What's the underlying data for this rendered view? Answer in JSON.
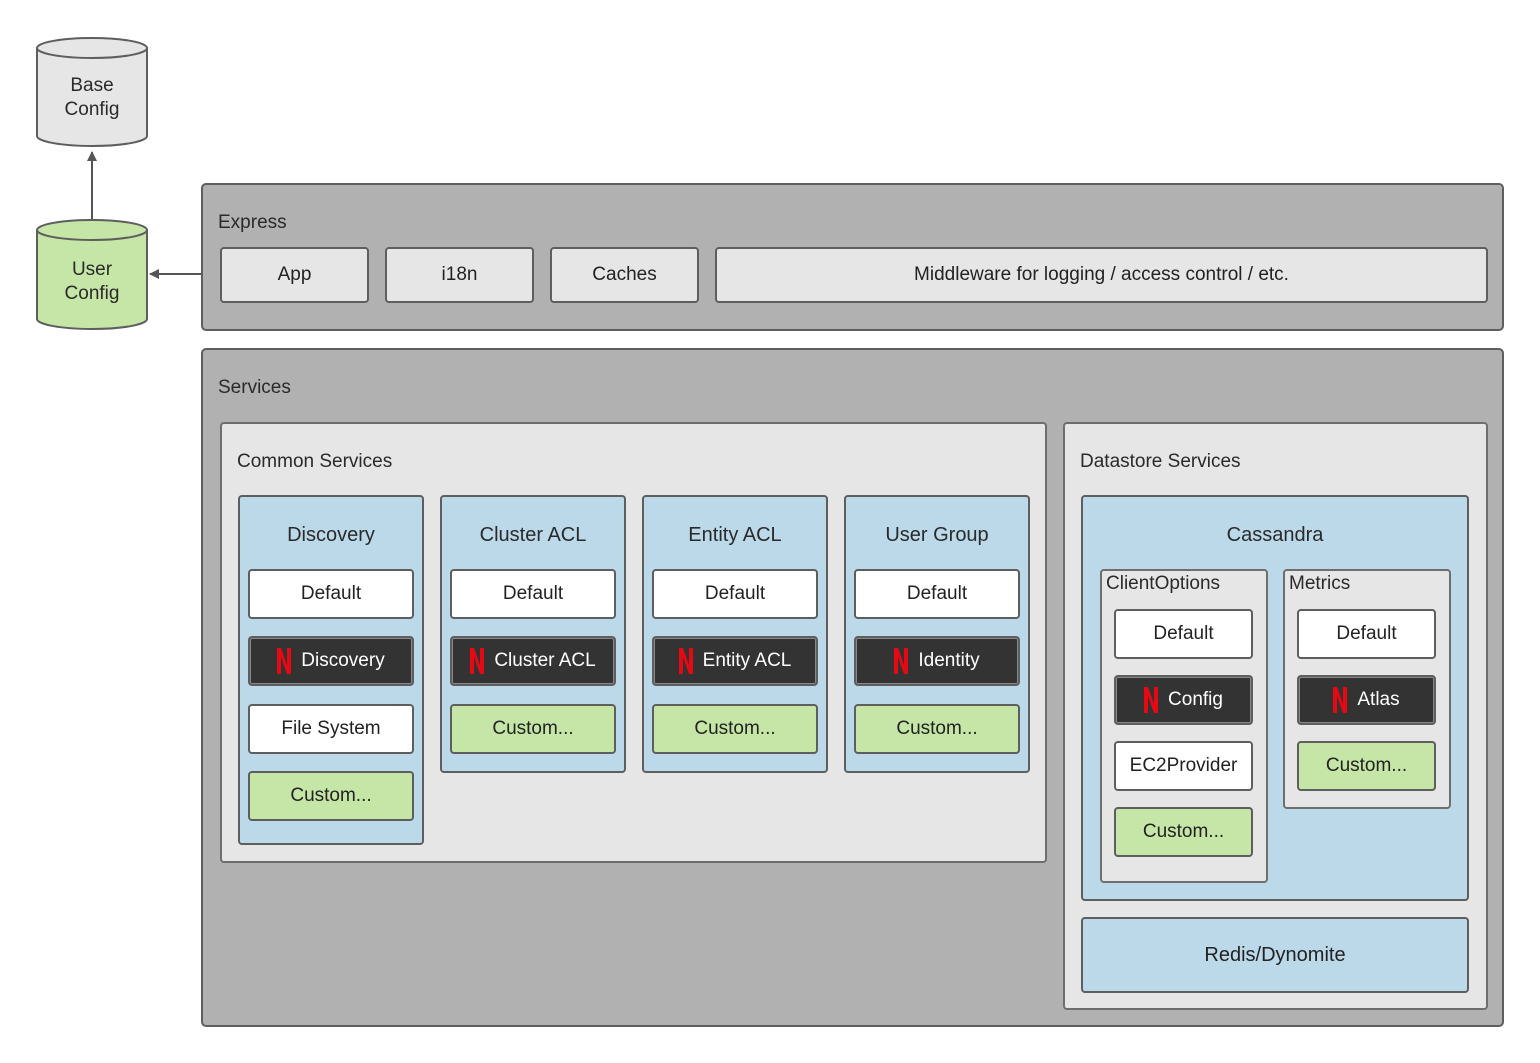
{
  "colors": {
    "dark_panel": "#b1b1b1",
    "light_panel": "#e6e6e6",
    "blue_panel": "#bcd9ea",
    "netflix_box": "#333333",
    "custom_box": "#c6e6a7",
    "user_config": "#c6e6a7",
    "base_config": "#e6e6e6",
    "netflix_red": "#e50914"
  },
  "databases": {
    "base_config": [
      "Base",
      "Config"
    ],
    "user_config": [
      "User",
      "Config"
    ]
  },
  "express": {
    "title": "Express",
    "items": [
      "App",
      "i18n",
      "Caches",
      "Middleware for logging / access control / etc."
    ]
  },
  "services": {
    "title": "Services",
    "common": {
      "title": "Common Services",
      "columns": [
        {
          "title": "Discovery",
          "default": "Default",
          "netflix": "Discovery",
          "file_system": "File System",
          "custom": "Custom..."
        },
        {
          "title": "Cluster ACL",
          "default": "Default",
          "netflix": "Cluster ACL",
          "custom": "Custom..."
        },
        {
          "title": "Entity ACL",
          "default": "Default",
          "netflix": "Entity ACL",
          "custom": "Custom..."
        },
        {
          "title": "User Group",
          "default": "Default",
          "netflix": "Identity",
          "custom": "Custom..."
        }
      ]
    },
    "datastore": {
      "title": "Datastore Services",
      "cassandra": {
        "title": "Cassandra",
        "client_options": {
          "title": "ClientOptions",
          "default": "Default",
          "netflix": "Config",
          "ec2": "EC2Provider",
          "custom": "Custom..."
        },
        "metrics": {
          "title": "Metrics",
          "default": "Default",
          "netflix": "Atlas",
          "custom": "Custom..."
        }
      },
      "redis": "Redis/Dynomite"
    }
  }
}
